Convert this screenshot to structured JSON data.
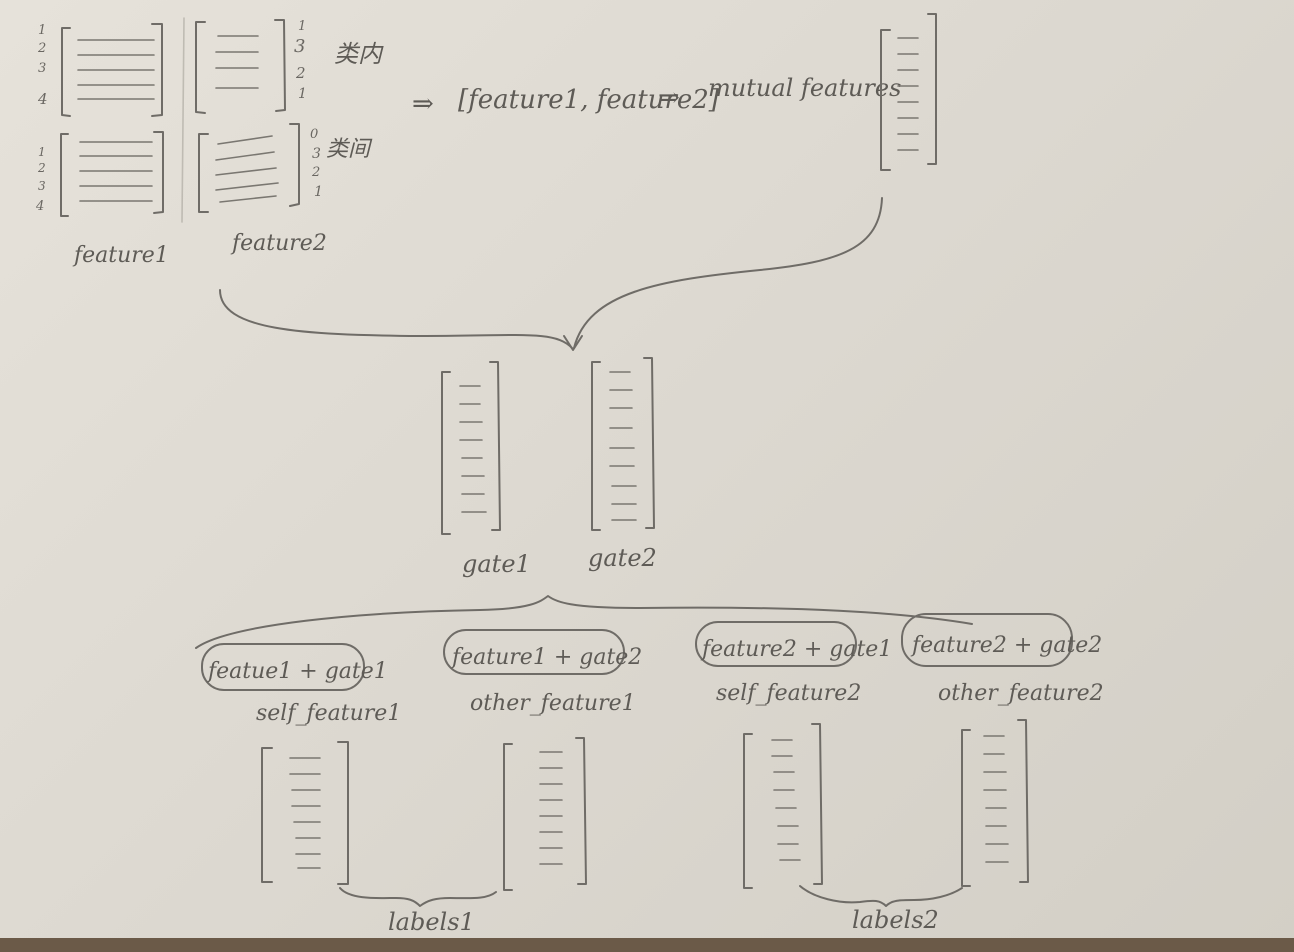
{
  "top_left": {
    "feature1_label": "feature1",
    "feature2_label": "feature2",
    "row_numbers": [
      "1",
      "2",
      "3",
      "4"
    ],
    "intra_class": {
      "label": "类内",
      "labels": [
        "1",
        "3",
        "2",
        "1"
      ]
    },
    "inter_class": {
      "label": "类间",
      "labels": [
        "0",
        "3",
        "2",
        "1"
      ]
    }
  },
  "flow": {
    "arrow1": "⇒",
    "concat_text": "[feature1, feature2]",
    "arrow2": "⇒",
    "mutual_label": "mutual features"
  },
  "gates": {
    "gate1_label": "gate1",
    "gate2_label": "gate2"
  },
  "combos": [
    {
      "formula": "featue1 + gate1",
      "name": "self_feature1"
    },
    {
      "formula": "feature1 + gate2",
      "name": "other_feature1"
    },
    {
      "formula": "feature2 + gate1",
      "name": "self_feature2"
    },
    {
      "formula": "feature2 + gate2",
      "name": "other_feature2"
    }
  ],
  "labels": {
    "labels1": "labels1",
    "labels2": "labels2"
  },
  "ink_color": "#6f6c67",
  "paper_color": "#e2ded6"
}
